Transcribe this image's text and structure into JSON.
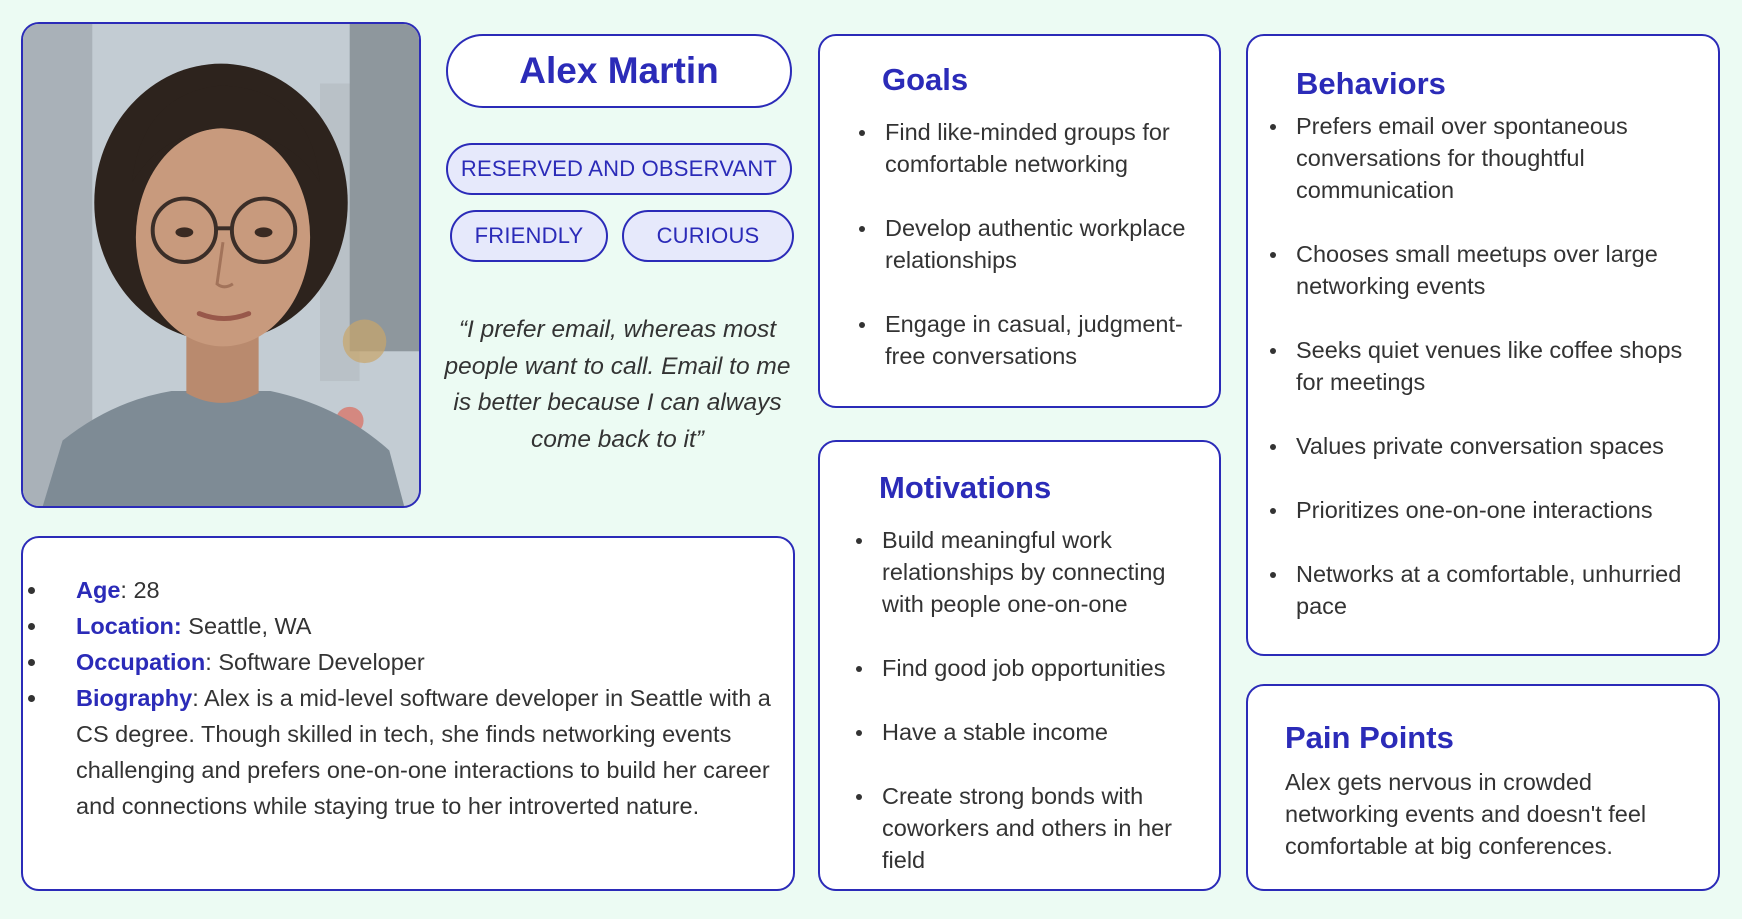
{
  "persona": {
    "name": "Alex Martin",
    "tags": [
      "RESERVED AND OBSERVANT",
      "FRIENDLY",
      "CURIOUS"
    ],
    "quote": "“I prefer email, whereas most people want to call. Email to me is better because I can always come back to it”"
  },
  "info": {
    "age_label": "Age",
    "age_sep": ": ",
    "age_value": "28",
    "location_label": "Location:",
    "location_value": " Seattle, WA",
    "occupation_label": "Occupation",
    "occupation_value": ": Software Developer",
    "biography_label": "Biography",
    "biography_value": ": Alex is a mid-level software developer in Seattle with a CS degree. Though skilled in tech, she finds networking events challenging and prefers one-on-one interactions to build her career and connections while staying true to her introverted nature."
  },
  "goals": {
    "title": "Goals",
    "items": [
      "Find like-minded groups for comfortable networking",
      "Develop authentic workplace relationships",
      "Engage in casual, judgment-free conversations"
    ]
  },
  "motivations": {
    "title": "Motivations",
    "items": [
      "Build meaningful work relationships by connecting with people one-on-one",
      "Find good job opportunities",
      "Have a stable income",
      "Create strong bonds with coworkers and others in her field"
    ]
  },
  "behaviors": {
    "title": "Behaviors",
    "items": [
      "Prefers email over spontaneous conversations for thoughtful communication",
      "Chooses small meetups over large networking events",
      "Seeks quiet venues like coffee shops for meetings",
      "Values private conversation spaces",
      "Prioritizes one-on-one interactions",
      "Networks at a comfortable, unhurried pace"
    ]
  },
  "pain_points": {
    "title": "Pain Points",
    "text": "Alex gets nervous in crowded networking events and doesn't feel comfortable at big conferences."
  },
  "colors": {
    "accent": "#2b2bb8",
    "background": "#ecfbf3",
    "tag_fill": "#e6e9fb"
  }
}
